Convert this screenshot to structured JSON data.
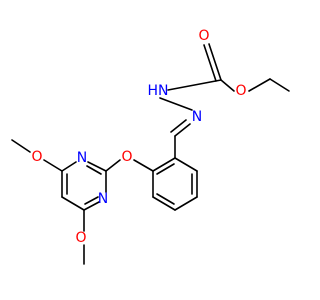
{
  "molecule": {
    "colors": {
      "bond": "#000000",
      "nitrogen": "#0000ff",
      "oxygen": "#ff0000"
    },
    "atoms": [
      {
        "id": "o_carbonyl",
        "label": "O",
        "element": "oxygen"
      },
      {
        "id": "o_ester",
        "label": "O",
        "element": "oxygen"
      },
      {
        "id": "nh",
        "label": "HN",
        "element": "nitrogen"
      },
      {
        "id": "n_imine",
        "label": "N",
        "element": "nitrogen"
      },
      {
        "id": "o_ether",
        "label": "O",
        "element": "oxygen"
      },
      {
        "id": "n_pyr_top",
        "label": "N",
        "element": "nitrogen"
      },
      {
        "id": "n_pyr_bottom",
        "label": "N",
        "element": "nitrogen"
      },
      {
        "id": "o_methoxy_top",
        "label": "O",
        "element": "oxygen"
      },
      {
        "id": "o_methoxy_bottom",
        "label": "O",
        "element": "oxygen"
      }
    ]
  }
}
